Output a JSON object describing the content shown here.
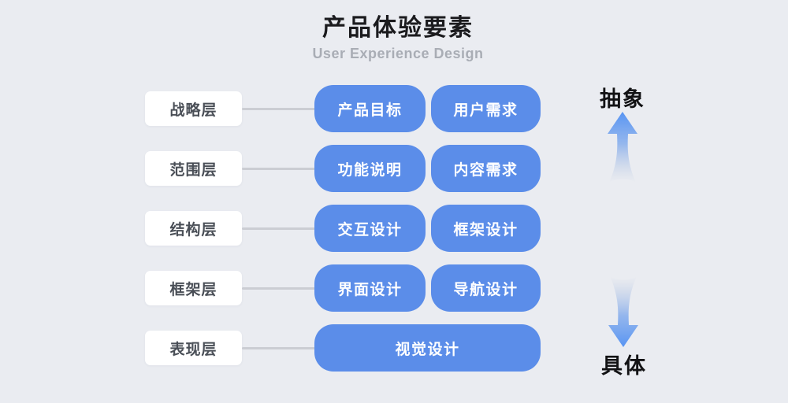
{
  "title": "产品体验要素",
  "subtitle": "User Experience Design",
  "rows": [
    {
      "layer": "战略层",
      "items": [
        "产品目标",
        "用户需求"
      ]
    },
    {
      "layer": "范围层",
      "items": [
        "功能说明",
        "内容需求"
      ]
    },
    {
      "layer": "结构层",
      "items": [
        "交互设计",
        "框架设计"
      ]
    },
    {
      "layer": "框架层",
      "items": [
        "界面设计",
        "导航设计"
      ]
    },
    {
      "layer": "表现层",
      "items": [
        "视觉设计"
      ]
    }
  ],
  "axis": {
    "top_label": "抽象",
    "bottom_label": "具体"
  },
  "colors": {
    "background": "#EAECF1",
    "node_blue": "#5B8DE9",
    "node_text": "#FFFFFF",
    "label_box": "#FFFFFF",
    "label_text": "#4A4F57",
    "connector_gray": "#CBCDD3",
    "title_black": "#1B1B1E",
    "subtitle_gray": "#A9ADB5",
    "arrow_blue": "#5794F3"
  }
}
